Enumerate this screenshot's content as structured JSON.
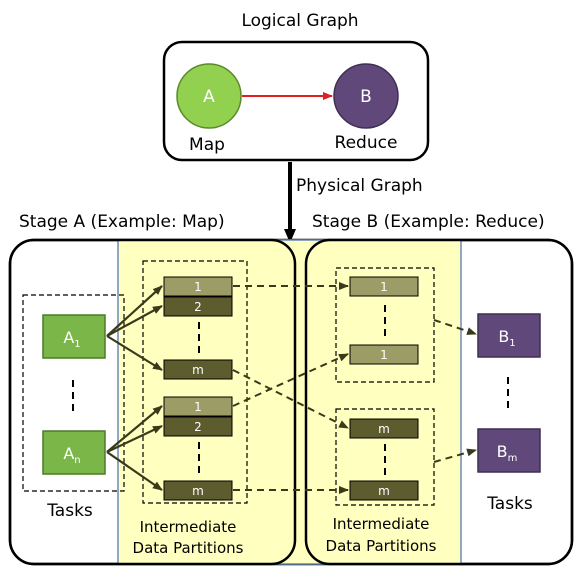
{
  "logical": {
    "title": "Logical Graph",
    "node_a": "A",
    "node_b": "B",
    "label_a": "Map",
    "label_b": "Reduce"
  },
  "physical_label": "Physical Graph",
  "stage_a_title": "Stage A (Example: Map)",
  "stage_b_title": "Stage B (Example: Reduce)",
  "tasks_left": {
    "a1": {
      "base": "A",
      "sub": "1"
    },
    "an": {
      "base": "A",
      "sub": "n"
    },
    "label": "Tasks"
  },
  "tasks_right": {
    "b1": {
      "base": "B",
      "sub": "1"
    },
    "bm": {
      "base": "B",
      "sub": "m"
    },
    "label": "Tasks"
  },
  "left_partitions": {
    "group1": [
      "1",
      "2",
      "m"
    ],
    "group2": [
      "1",
      "2",
      "m"
    ],
    "label_line1": "Intermediate",
    "label_line2": "Data Partitions"
  },
  "right_partitions": {
    "group1": [
      "1",
      "1"
    ],
    "group2": [
      "m",
      "m"
    ],
    "label_line1": "Intermediate",
    "label_line2": "Data Partitions"
  },
  "colors": {
    "task_a": "#7ab648",
    "task_b": "#60497a",
    "node_a": "#92d050",
    "node_b": "#60497a",
    "partition_light": "#9c9c66",
    "partition_dark": "#5c5c2e",
    "highlight": "#ffffc0",
    "edge_logical": "#e02020",
    "arrow": "#3a3a1a"
  }
}
